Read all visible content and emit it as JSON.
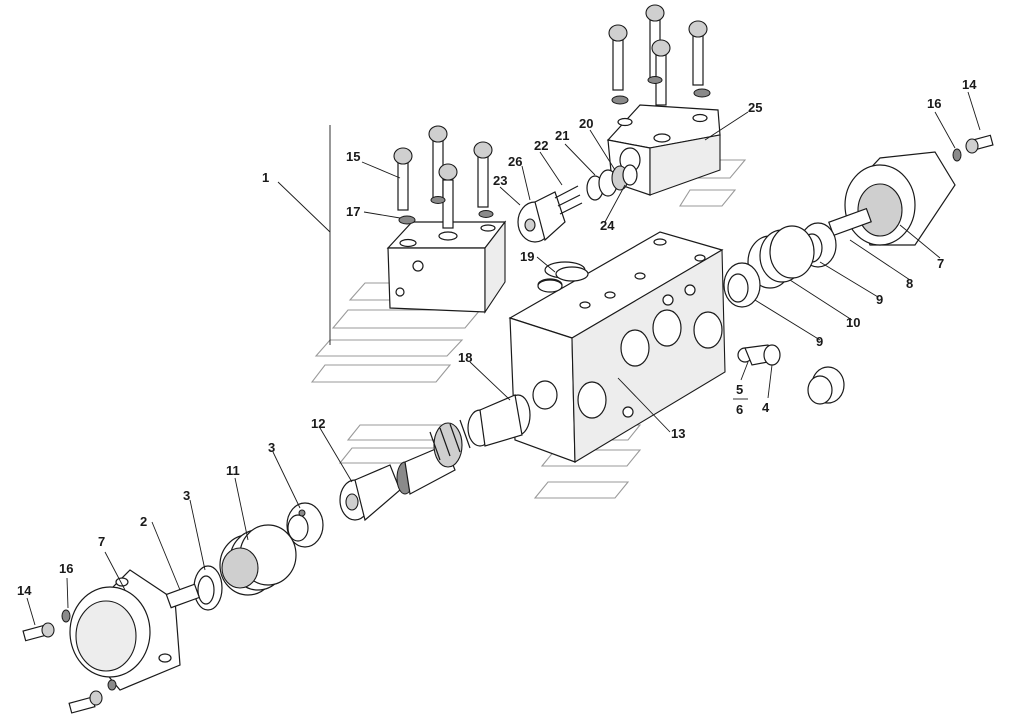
{
  "labels": {
    "l1": "1",
    "l2": "2",
    "l3a": "3",
    "l3b": "3",
    "l4": "4",
    "l5": "5",
    "l6": "6",
    "l7a": "7",
    "l7b": "7",
    "l8": "8",
    "l9a": "9",
    "l9b": "9",
    "l10": "10",
    "l11": "11",
    "l12": "12",
    "l13": "13",
    "l14a": "14",
    "l14b": "14",
    "l15": "15",
    "l16a": "16",
    "l16b": "16",
    "l17": "17",
    "l18": "18",
    "l19": "19",
    "l20": "20",
    "l21": "21",
    "l22": "22",
    "l23": "23",
    "l24": "24",
    "l25": "25",
    "l26": "26"
  },
  "colors": {
    "line": "#1a1a1a",
    "shade": "#cfcfcf",
    "watermark": "#9a9a9a"
  }
}
